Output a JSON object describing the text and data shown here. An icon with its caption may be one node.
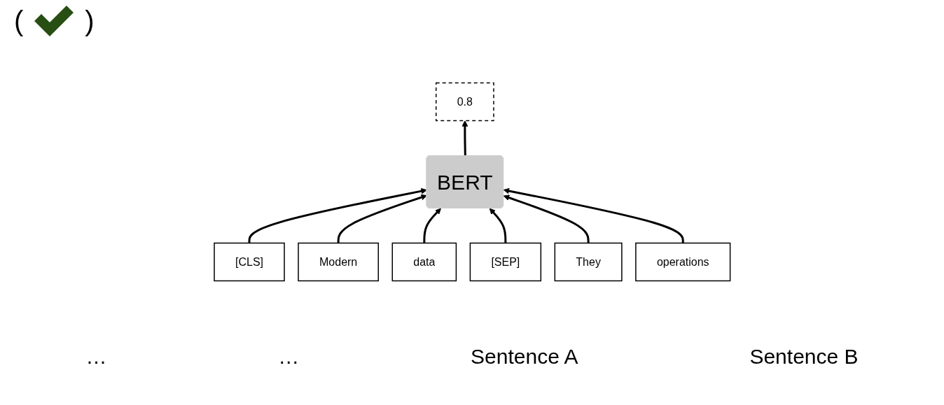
{
  "diagram": {
    "nodes": [
      {
        "text": [
          "0.8"
        ]
      },
      {
        "text": [
          "BERT"
        ]
      },
      {
        "text": [
          "[CLS]"
        ]
      },
      {
        "text": [
          "Modern"
        ]
      },
      {
        "text": [
          "data"
        ]
      },
      {
        "text": [
          "[SEP]"
        ]
      },
      {
        "text": [
          "They"
        ]
      },
      {
        "text": [
          "operations"
        ]
      }
    ],
    "edges": [
      {
        "from": 1,
        "to": 0,
        "arrow": "to"
      },
      {
        "from": 2,
        "to": 1,
        "arrow": "to"
      },
      {
        "from": 3,
        "to": 1,
        "arrow": "to"
      },
      {
        "from": 4,
        "to": 1,
        "arrow": "to"
      },
      {
        "from": 5,
        "to": 1,
        "arrow": "to"
      },
      {
        "from": 6,
        "to": 1,
        "arrow": "to"
      },
      {
        "from": 7,
        "to": 1,
        "arrow": "to"
      }
    ],
    "labels": [
      "(",
      ")",
      "…",
      "…",
      "Sentence A",
      "Sentence B"
    ]
  }
}
